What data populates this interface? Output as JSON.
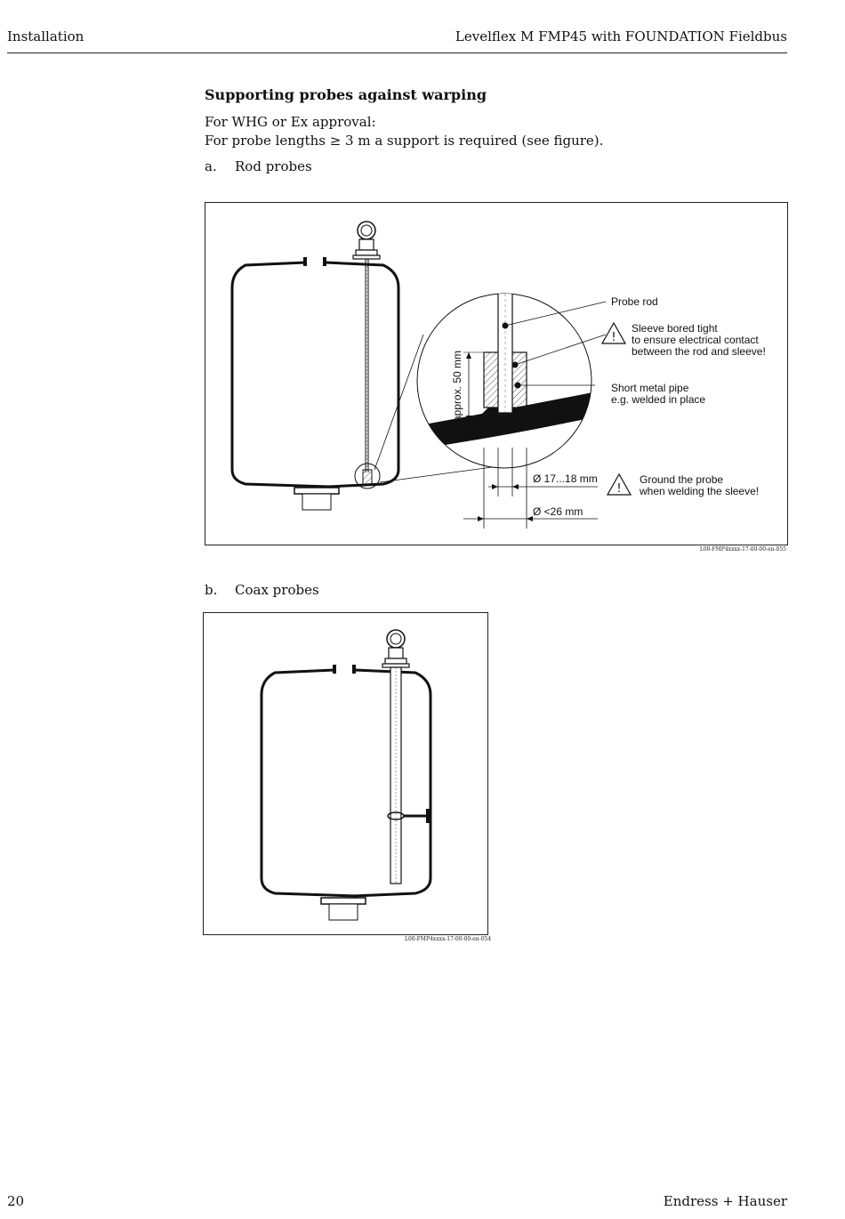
{
  "header": {
    "left": "Installation",
    "right": "Levelflex M FMP45 with FOUNDATION Fieldbus"
  },
  "section": {
    "title": "Supporting probes against warping",
    "line1": "For WHG or Ex approval:",
    "line2": "For probe lengths ≥ 3 m a support is required (see figure)."
  },
  "item_a": {
    "marker": "a.",
    "label": "Rod probes"
  },
  "item_b": {
    "marker": "b.",
    "label": "Coax probes"
  },
  "figure1": {
    "ref": "L00-FMP4xxxx-17-00-00-en-055",
    "labels": {
      "probe_rod": "Probe rod",
      "sleeve_1": "Sleeve bored tight",
      "sleeve_2": "to ensure electrical contact",
      "sleeve_3": "between the rod and sleeve!",
      "pipe_1": "Short metal pipe",
      "pipe_2": "e.g. welded in place",
      "ground_1": "Ground the probe",
      "ground_2": "when welding the sleeve!",
      "approx": "approx. 50 mm",
      "dia_inner": "Ø 17...18 mm",
      "dia_outer": "Ø <26 mm"
    }
  },
  "figure2": {
    "ref": "L00-FMP4xxxx-17-00-00-en-054"
  },
  "footer": {
    "page": "20",
    "brand": "Endress + Hauser"
  }
}
